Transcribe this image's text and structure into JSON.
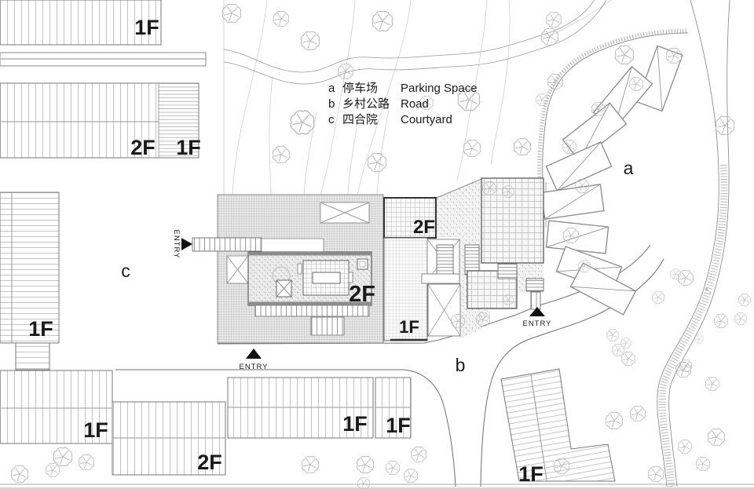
{
  "legend": {
    "rows": [
      {
        "key": "a",
        "zh": "停车场",
        "en": "Parking Space"
      },
      {
        "key": "b",
        "zh": "乡村公路",
        "en": "Road"
      },
      {
        "key": "c",
        "zh": "四合院",
        "en": "Courtyard"
      }
    ]
  },
  "zones": {
    "parking": "a",
    "road": "b",
    "courtyard": "c"
  },
  "entry": "ENTRY",
  "floors": {
    "north_house": "1F",
    "northwest_house_main": "2F",
    "northwest_house_wing": "1F",
    "west_house": "1F",
    "main_building": "2F",
    "annex_upper": "2F",
    "annex_lower": "1F",
    "south_house_a": "1F",
    "south_house_b": "2F",
    "south_house_c": "1F",
    "south_house_d": "1F",
    "southeast_house": "1F"
  },
  "colors": {
    "ink": "#1a1a1a",
    "building_line": "#777777",
    "hatch": "#b5b5b5",
    "road_line": "#6e6e6e",
    "tree": "#b9b9b9",
    "footprint_fill": "#eaeaea"
  }
}
